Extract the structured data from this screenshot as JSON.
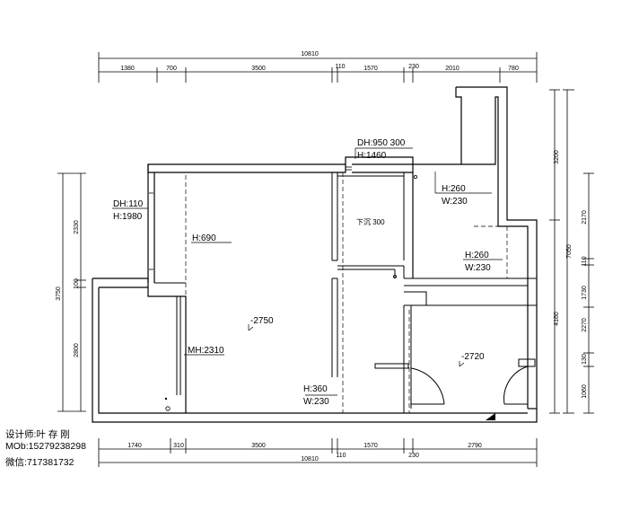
{
  "dimensions": {
    "top_total": "10810",
    "top_segments": [
      "1380",
      "700",
      "3500",
      "110",
      "1570",
      "230",
      "2010",
      "780"
    ],
    "bottom_total": "10810",
    "bottom_segments": [
      "1740",
      "310",
      "3500",
      "110",
      "1570",
      "230",
      "2790"
    ],
    "left_outer": "3750",
    "left_segments": [
      "2330",
      "100",
      "2800"
    ],
    "right_outer": "7050",
    "right_upper": "3200",
    "right_lower": "4160",
    "right_segments": [
      "2170",
      "110",
      "1730",
      "2270",
      "130",
      "1060"
    ]
  },
  "labels": {
    "dh_950": "DH:950 300",
    "h_1460": "H:1460",
    "dh_110": "DH:110",
    "h_1980": "H:1980",
    "h_690": "H:690",
    "h_260_a": "H:260",
    "w_230_a": "W:230",
    "h_260_b": "H:260",
    "w_230_b": "W:230",
    "xia_chen": "下沉 300",
    "level_2750": "-2750",
    "mh_2310": "MH:2310",
    "level_2720": "-2720",
    "h_360": "H:360",
    "w_230_c": "W:230"
  },
  "designer": {
    "name": "设计师:叶 存 刚",
    "mobile": "MOb:15279238298",
    "wechat": "微信:717381732"
  }
}
